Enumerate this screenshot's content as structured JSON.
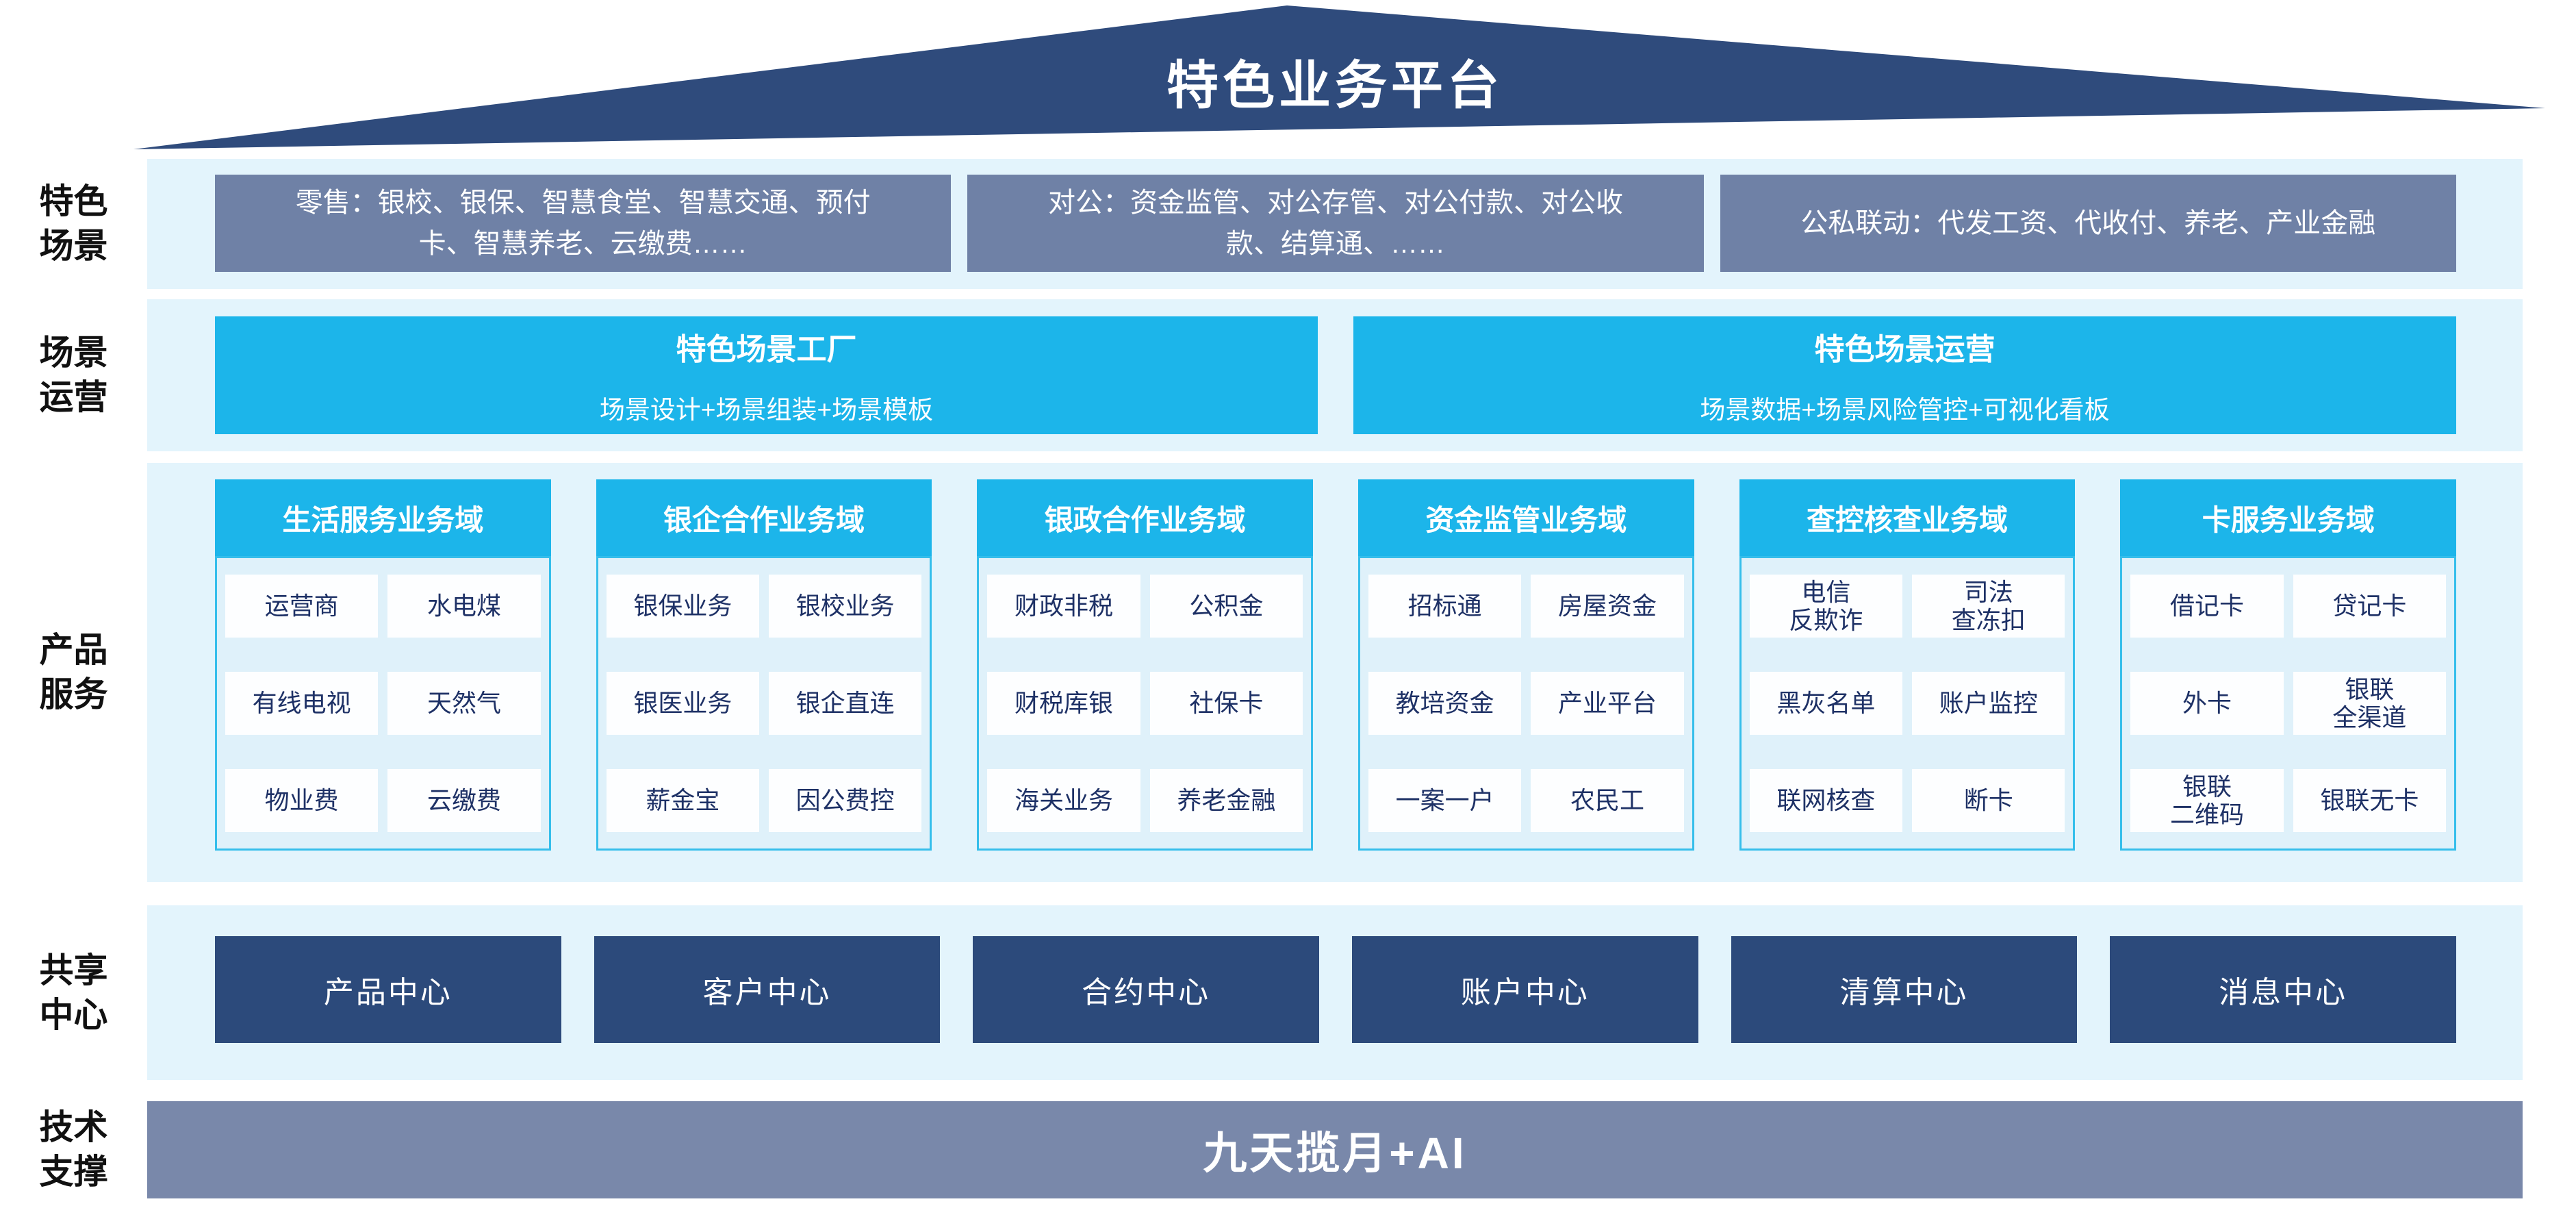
{
  "banner": {
    "title": "特色业务平台"
  },
  "side_labels": {
    "scenes": "特色\n场景",
    "operations": "场景\n运营",
    "products": "产品\n服务",
    "shared": "共享\n中心",
    "tech": "技术\n支撑"
  },
  "scene_row": {
    "items": [
      {
        "text": "零售：银校、银保、智慧食堂、智慧交通、预付\n卡、智慧养老、云缴费……"
      },
      {
        "text": "对公：资金监管、对公存管、对公付款、对公收\n款、结算通、……"
      },
      {
        "text": "公私联动：代发工资、代收付、养老、产业金融"
      }
    ]
  },
  "operation_row": {
    "items": [
      {
        "title": "特色场景工厂",
        "subtitle": "场景设计+场景组装+场景模板"
      },
      {
        "title": "特色场景运营",
        "subtitle": "场景数据+场景风险管控+可视化看板"
      }
    ]
  },
  "product_columns": [
    {
      "header": "生活服务业务域",
      "cells": [
        "运营商",
        "水电煤",
        "有线电视",
        "天然气",
        "物业费",
        "云缴费"
      ]
    },
    {
      "header": "银企合作业务域",
      "cells": [
        "银保业务",
        "银校业务",
        "银医业务",
        "银企直连",
        "薪金宝",
        "因公费控"
      ]
    },
    {
      "header": "银政合作业务域",
      "cells": [
        "财政非税",
        "公积金",
        "财税库银",
        "社保卡",
        "海关业务",
        "养老金融"
      ]
    },
    {
      "header": "资金监管业务域",
      "cells": [
        "招标通",
        "房屋资金",
        "教培资金",
        "产业平台",
        "一案一户",
        "农民工"
      ]
    },
    {
      "header": "查控核查业务域",
      "cells": [
        "电信\n反欺诈",
        "司法\n查冻扣",
        "黑灰名单",
        "账户监控",
        "联网核查",
        "断卡"
      ]
    },
    {
      "header": "卡服务业务域",
      "cells": [
        "借记卡",
        "贷记卡",
        "外卡",
        "银联\n全渠道",
        "银联\n二维码",
        "银联无卡"
      ]
    }
  ],
  "shared_centers": [
    "产品中心",
    "客户中心",
    "合约中心",
    "账户中心",
    "清算中心",
    "消息中心"
  ],
  "tech_row": {
    "title": "九天揽月+AI"
  },
  "colors": {
    "banner_navy": "#2F4B7C",
    "slate_box": "#6F81A6",
    "cyan_accent": "#1CB5EA",
    "band_background": "#E3F4FC",
    "panel_border": "#35BEEB",
    "center_navy": "#2C4A7B",
    "cell_text_navy": "#1E3166",
    "tech_band_slate": "#7988AA"
  }
}
